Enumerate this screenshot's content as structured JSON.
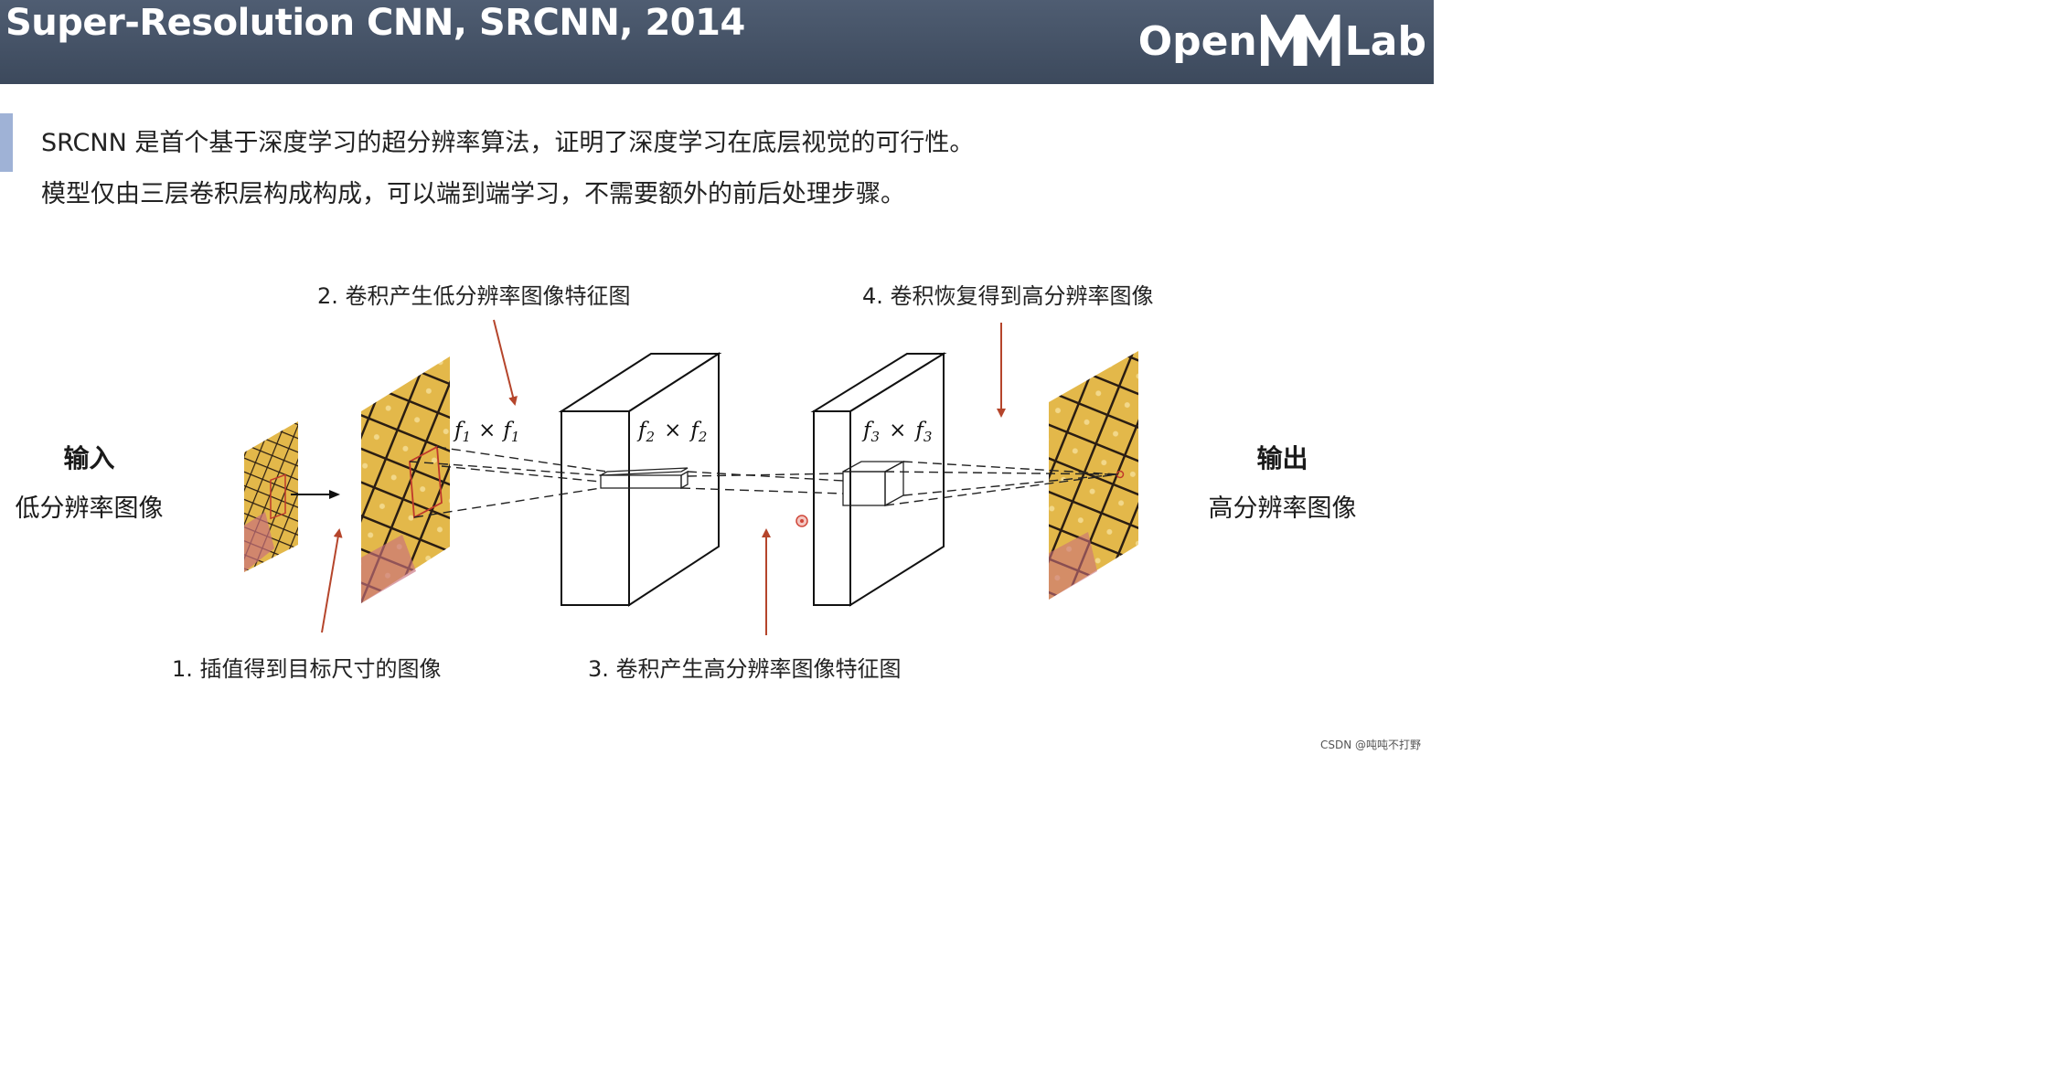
{
  "slide": {
    "title": "Super-Resolution CNN, SRCNN, 2014",
    "logo": {
      "left": "Open",
      "right": "Lab"
    }
  },
  "intro": {
    "line1": "SRCNN 是首个基于深度学习的超分辨率算法，证明了深度学习在底层视觉的可行性。",
    "line2": "模型仅由三层卷积层构成构成，可以端到端学习，不需要额外的前后处理步骤。"
  },
  "input": {
    "title": "输入",
    "subtitle": "低分辨率图像"
  },
  "output": {
    "title": "输出",
    "subtitle": "高分辨率图像"
  },
  "annotations": {
    "step1": "1. 插值得到目标尺寸的图像",
    "step2": "2. 卷积产生低分辨率图像特征图",
    "step3": "3. 卷积产生高分辨率图像特征图",
    "step4": "4. 卷积恢复得到高分辨率图像"
  },
  "filters": {
    "f1": {
      "base": "f",
      "sub": "1",
      "times": "×"
    },
    "f2": {
      "base": "f",
      "sub": "2",
      "times": "×"
    },
    "f3": {
      "base": "f",
      "sub": "3",
      "times": "×"
    }
  },
  "colors": {
    "header_bg": "#46546a",
    "accent_bar": "#9fb2d6",
    "arrow_red": "#b5452b",
    "butterfly_yellow": "#e3b84a",
    "butterfly_dark": "#2a1d12",
    "butterfly_pink": "#c9707c"
  },
  "watermark": "CSDN @吨吨不打野"
}
